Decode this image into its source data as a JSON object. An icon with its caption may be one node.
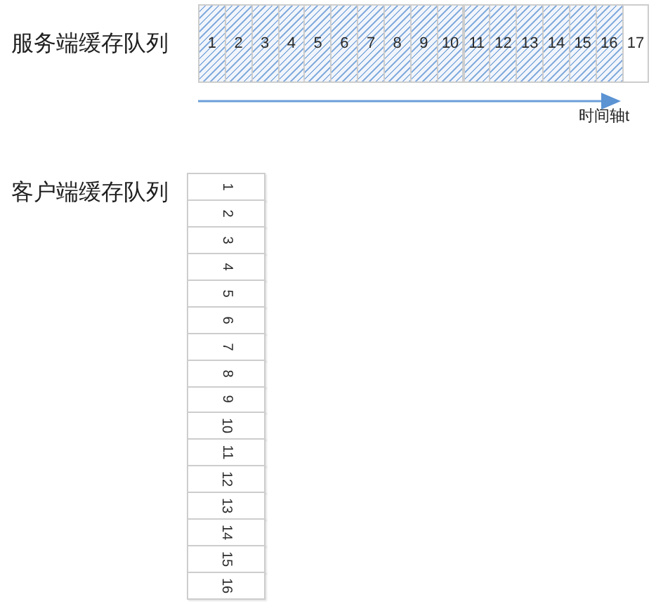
{
  "diagram": {
    "nodes": [
      {
        "text": [
          "1"
        ]
      },
      {
        "text": [
          "2"
        ]
      },
      {
        "text": [
          "3"
        ]
      },
      {
        "text": [
          "4"
        ]
      },
      {
        "text": [
          "5"
        ]
      },
      {
        "text": [
          "6"
        ]
      },
      {
        "text": [
          "7"
        ]
      },
      {
        "text": [
          "8"
        ]
      },
      {
        "text": [
          "9"
        ]
      },
      {
        "text": [
          "10"
        ]
      },
      {
        "text": [
          "11"
        ]
      },
      {
        "text": [
          "12"
        ]
      },
      {
        "text": [
          "13"
        ]
      },
      {
        "text": [
          "14"
        ]
      },
      {
        "text": [
          "15"
        ]
      },
      {
        "text": [
          "16"
        ]
      },
      {
        "text": [
          "17"
        ]
      },
      {
        "text": [
          "1"
        ]
      },
      {
        "text": [
          "2"
        ]
      },
      {
        "text": [
          "3"
        ]
      },
      {
        "text": [
          "4"
        ]
      },
      {
        "text": [
          "5"
        ]
      },
      {
        "text": [
          "6"
        ]
      },
      {
        "text": [
          "7"
        ]
      },
      {
        "text": [
          "8"
        ]
      },
      {
        "text": [
          "9"
        ]
      },
      {
        "text": [
          "10"
        ]
      },
      {
        "text": [
          "11"
        ]
      },
      {
        "text": [
          "12"
        ]
      },
      {
        "text": [
          "13"
        ]
      },
      {
        "text": [
          "14"
        ]
      },
      {
        "text": [
          "15"
        ]
      },
      {
        "text": [
          "16"
        ]
      }
    ],
    "labels": [
      "服务端缓存队列",
      "时间轴t",
      "客户端缓存队列"
    ]
  }
}
